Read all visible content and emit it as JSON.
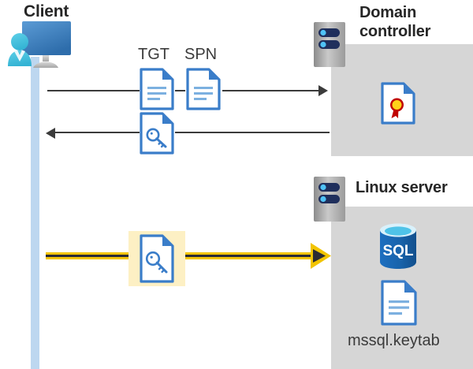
{
  "diagram": {
    "title_client": "Client",
    "title_domain_controller": "Domain\ncontroller",
    "title_linux_server": "Linux server",
    "keytab_file_label": "mssql.keytab",
    "sql_icon_text": "SQL",
    "doc_labels": {
      "tgt": "TGT",
      "spn": "SPN"
    },
    "icons": {
      "client": "client-computer-user-icon",
      "server": "server-rack-icon",
      "document": "document-icon",
      "key_document": "key-document-icon",
      "certificate": "certificate-document-icon",
      "database": "sql-database-icon"
    },
    "flows": [
      {
        "name": "tgt-spn-request",
        "direction": "right",
        "from": "client",
        "to": "domain-controller",
        "style": "thin-black"
      },
      {
        "name": "service-ticket-response",
        "direction": "left",
        "from": "domain-controller",
        "to": "client",
        "style": "thin-black"
      },
      {
        "name": "keytab-authentication",
        "direction": "right",
        "from": "client",
        "to": "linux-server",
        "style": "gold-double",
        "highlighted": true
      }
    ],
    "colors": {
      "panel_gray": "#d6d6d6",
      "lifeline_blue": "#bdd7f0",
      "highlight_yellow": "#fdf0c4",
      "gold": "#f2c400",
      "doc_blue": "#3a7dc9",
      "dark_text": "#262626",
      "sql_blue": "#1b6cb5"
    }
  }
}
